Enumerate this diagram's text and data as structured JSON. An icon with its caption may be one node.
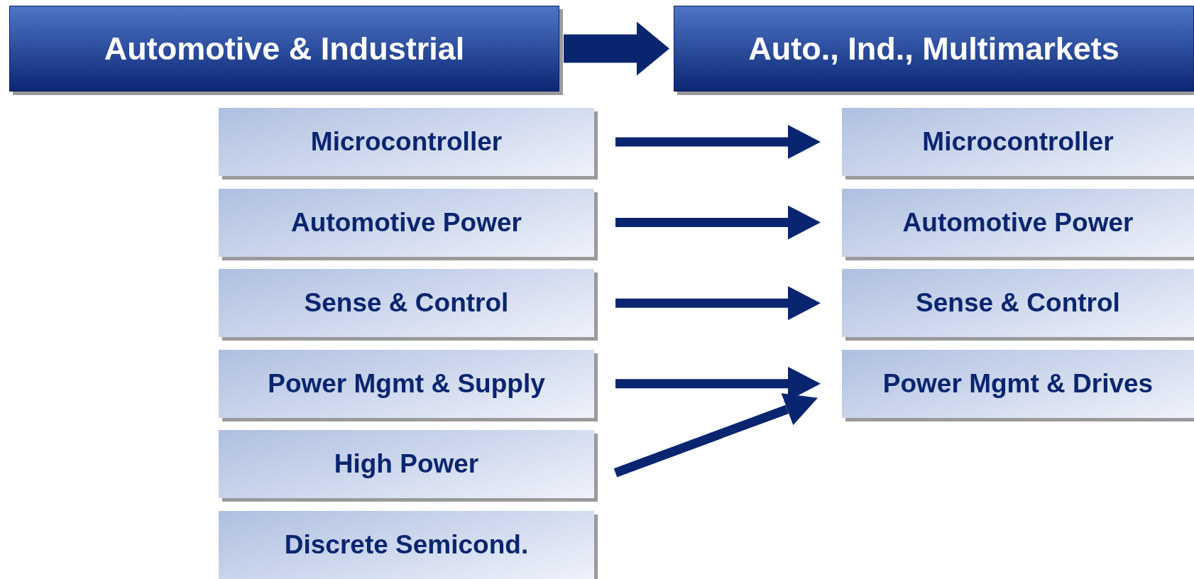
{
  "diagram": {
    "nodes": [
      {
        "text": [
          "Automotive & Industrial"
        ]
      },
      {
        "text": [
          "Auto., Ind., Multimarkets"
        ]
      },
      {
        "text": [
          "Microcontroller"
        ]
      },
      {
        "text": [
          "Automotive Power"
        ]
      },
      {
        "text": [
          "Sense & Control"
        ]
      },
      {
        "text": [
          "Power Mgmt & Supply"
        ]
      },
      {
        "text": [
          "High Power"
        ]
      },
      {
        "text": [
          "Discrete Semicond."
        ]
      },
      {
        "text": [
          "Microcontroller"
        ]
      },
      {
        "text": [
          "Automotive Power"
        ]
      },
      {
        "text": [
          "Sense & Control"
        ]
      },
      {
        "text": [
          "Power Mgmt & Drives"
        ]
      }
    ],
    "edges": [
      {
        "from": 0,
        "to": 1,
        "arrow": "to",
        "style": "thick"
      },
      {
        "from": 2,
        "to": 8,
        "arrow": "to"
      },
      {
        "from": 3,
        "to": 9,
        "arrow": "to"
      },
      {
        "from": 4,
        "to": 10,
        "arrow": "to"
      },
      {
        "from": 5,
        "to": 11,
        "arrow": "to"
      },
      {
        "from": 6,
        "to": 11,
        "arrow": "to"
      }
    ]
  }
}
